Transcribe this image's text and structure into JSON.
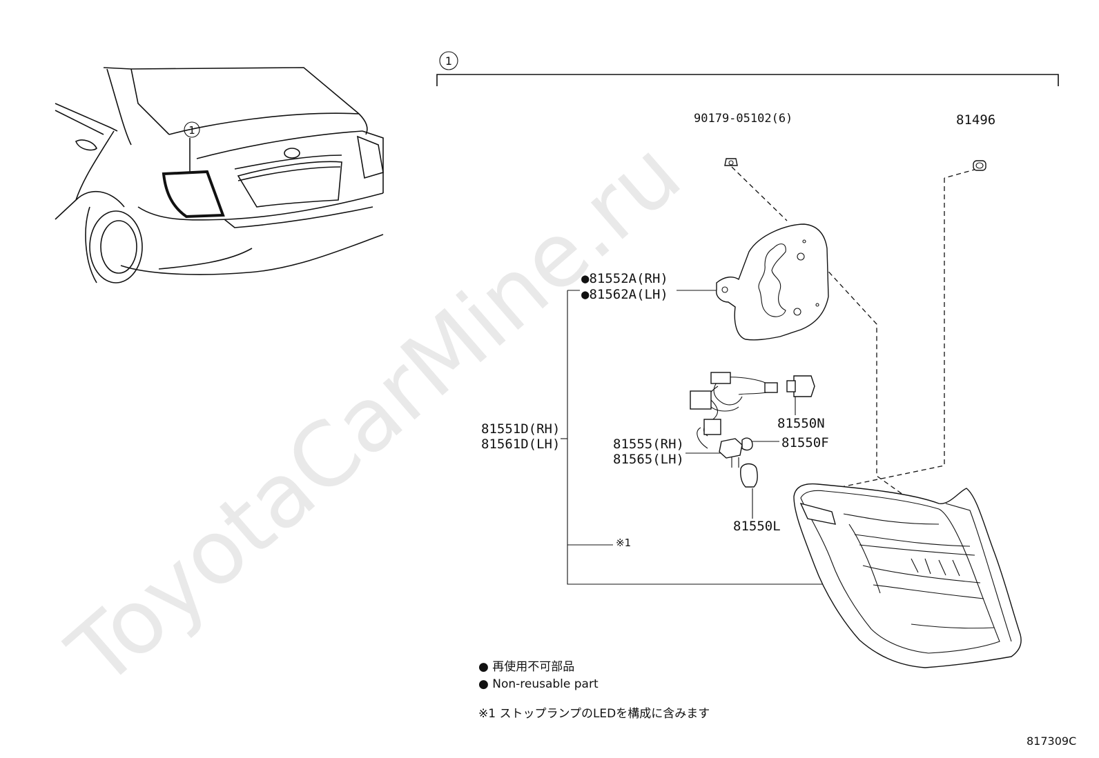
{
  "callout": {
    "number": "1"
  },
  "parts": {
    "screw": "90179-05102(6)",
    "clip": "81496",
    "gasket_rh": "●81552A(RH)",
    "gasket_lh": "●81562A(LH)",
    "wire_rh": "81551D(RH)",
    "wire_lh": "81561D(LH)",
    "socket_rh": "81555(RH)",
    "socket_lh": "81565(LH)",
    "bulb_n": "81550N",
    "bulb_f": "81550F",
    "bulb_l": "81550L",
    "note_ref": "※1"
  },
  "legend": {
    "jp": "● 再使用不可部品",
    "en": "● Non-reusable part",
    "footnote": "※1 ストップランプのLEDを構成に含みます"
  },
  "diagram_id": "817309C",
  "watermark": "ToyotaCarMine.ru"
}
